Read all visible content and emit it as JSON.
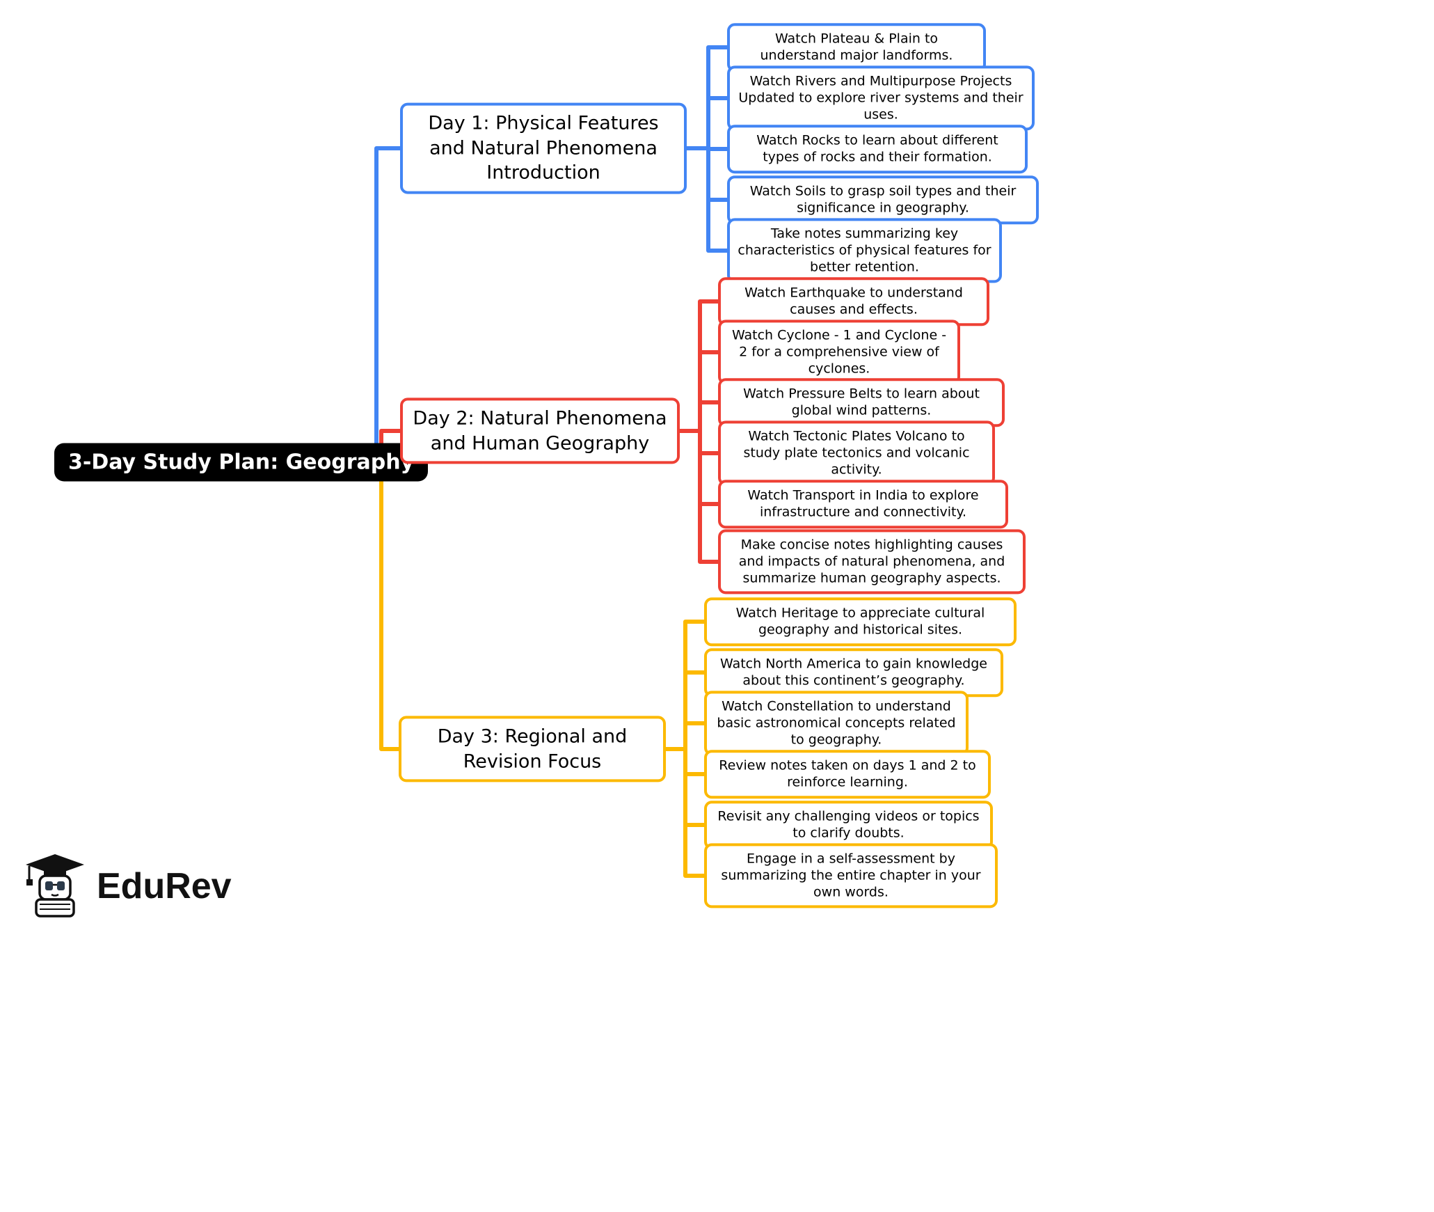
{
  "root": {
    "label": "3-Day Study Plan: Geography",
    "bg_color": "#000000",
    "text_color": "#ffffff"
  },
  "branches": [
    {
      "title": "Day 1: Physical Features and Natural Phenomena Introduction",
      "color": "#4285f4",
      "leaves": [
        "Watch Plateau & Plain to understand major landforms.",
        "Watch Rivers and Multipurpose Projects Updated to explore river systems and their uses.",
        "Watch Rocks to learn about different types of rocks and their formation.",
        "Watch Soils to grasp soil types and their significance in geography.",
        "Take notes summarizing key characteristics of physical features for better retention."
      ]
    },
    {
      "title": "Day 2: Natural Phenomena and Human Geography",
      "color": "#ee4035",
      "leaves": [
        "Watch Earthquake to understand causes and effects.",
        "Watch Cyclone - 1 and Cyclone - 2 for a comprehensive view of cyclones.",
        "Watch Pressure Belts to learn about global wind patterns.",
        "Watch Tectonic Plates Volcano to study plate tectonics and volcanic activity.",
        "Watch Transport in India to explore infrastructure and connectivity.",
        "Make concise notes highlighting causes and impacts of natural phenomena, and summarize human geography aspects."
      ]
    },
    {
      "title": "Day 3: Regional and Revision Focus",
      "color": "#fcb900",
      "leaves": [
        "Watch Heritage to appreciate cultural geography and historical sites.",
        "Watch North America to gain knowledge about this continent’s geography.",
        "Watch Constellation to understand basic astronomical concepts related to geography.",
        "Review notes taken on days 1 and 2 to reinforce learning.",
        "Revisit any challenging videos or topics to clarify doubts.",
        "Engage in a self-assessment by summarizing the entire chapter in your own words."
      ]
    }
  ],
  "logo": {
    "text": "EduRev"
  }
}
